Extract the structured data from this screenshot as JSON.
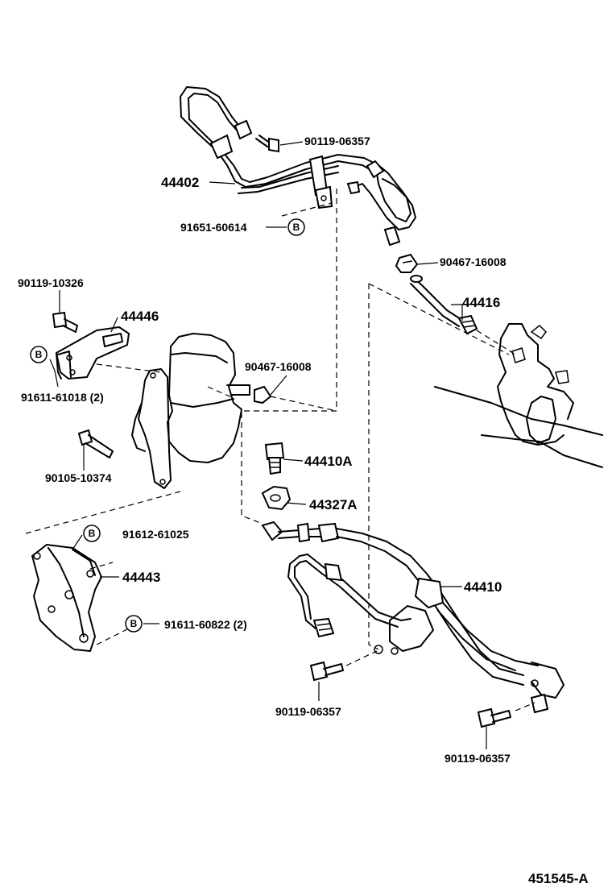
{
  "labels": {
    "pipe_upper_bolt": "90119-06357",
    "pipe_upper": "44402",
    "pipe_upper_clamp_bolt": "91651-60614",
    "clip_right": "90467-16008",
    "hose_return": "44416",
    "pump_bolt": "90119-10326",
    "pump_bracket_upper": "44446",
    "bracket_nut": "91611-61018 (2)",
    "clip_center": "90467-16008",
    "union_bolt": "44410A",
    "gasket": "44327A",
    "pump_long_bolt": "90105-10374",
    "bracket_bolt_a": "91612-61025",
    "pump_bracket_lower": "44443",
    "bracket_bolt_b": "91611-60822 (2)",
    "pressure_pipe": "44410",
    "pipe_lower_bolt_left": "90119-06357",
    "pipe_lower_bolt_right": "90119-06357",
    "diagram_id": "451545-A"
  },
  "callout_symbol": "B"
}
